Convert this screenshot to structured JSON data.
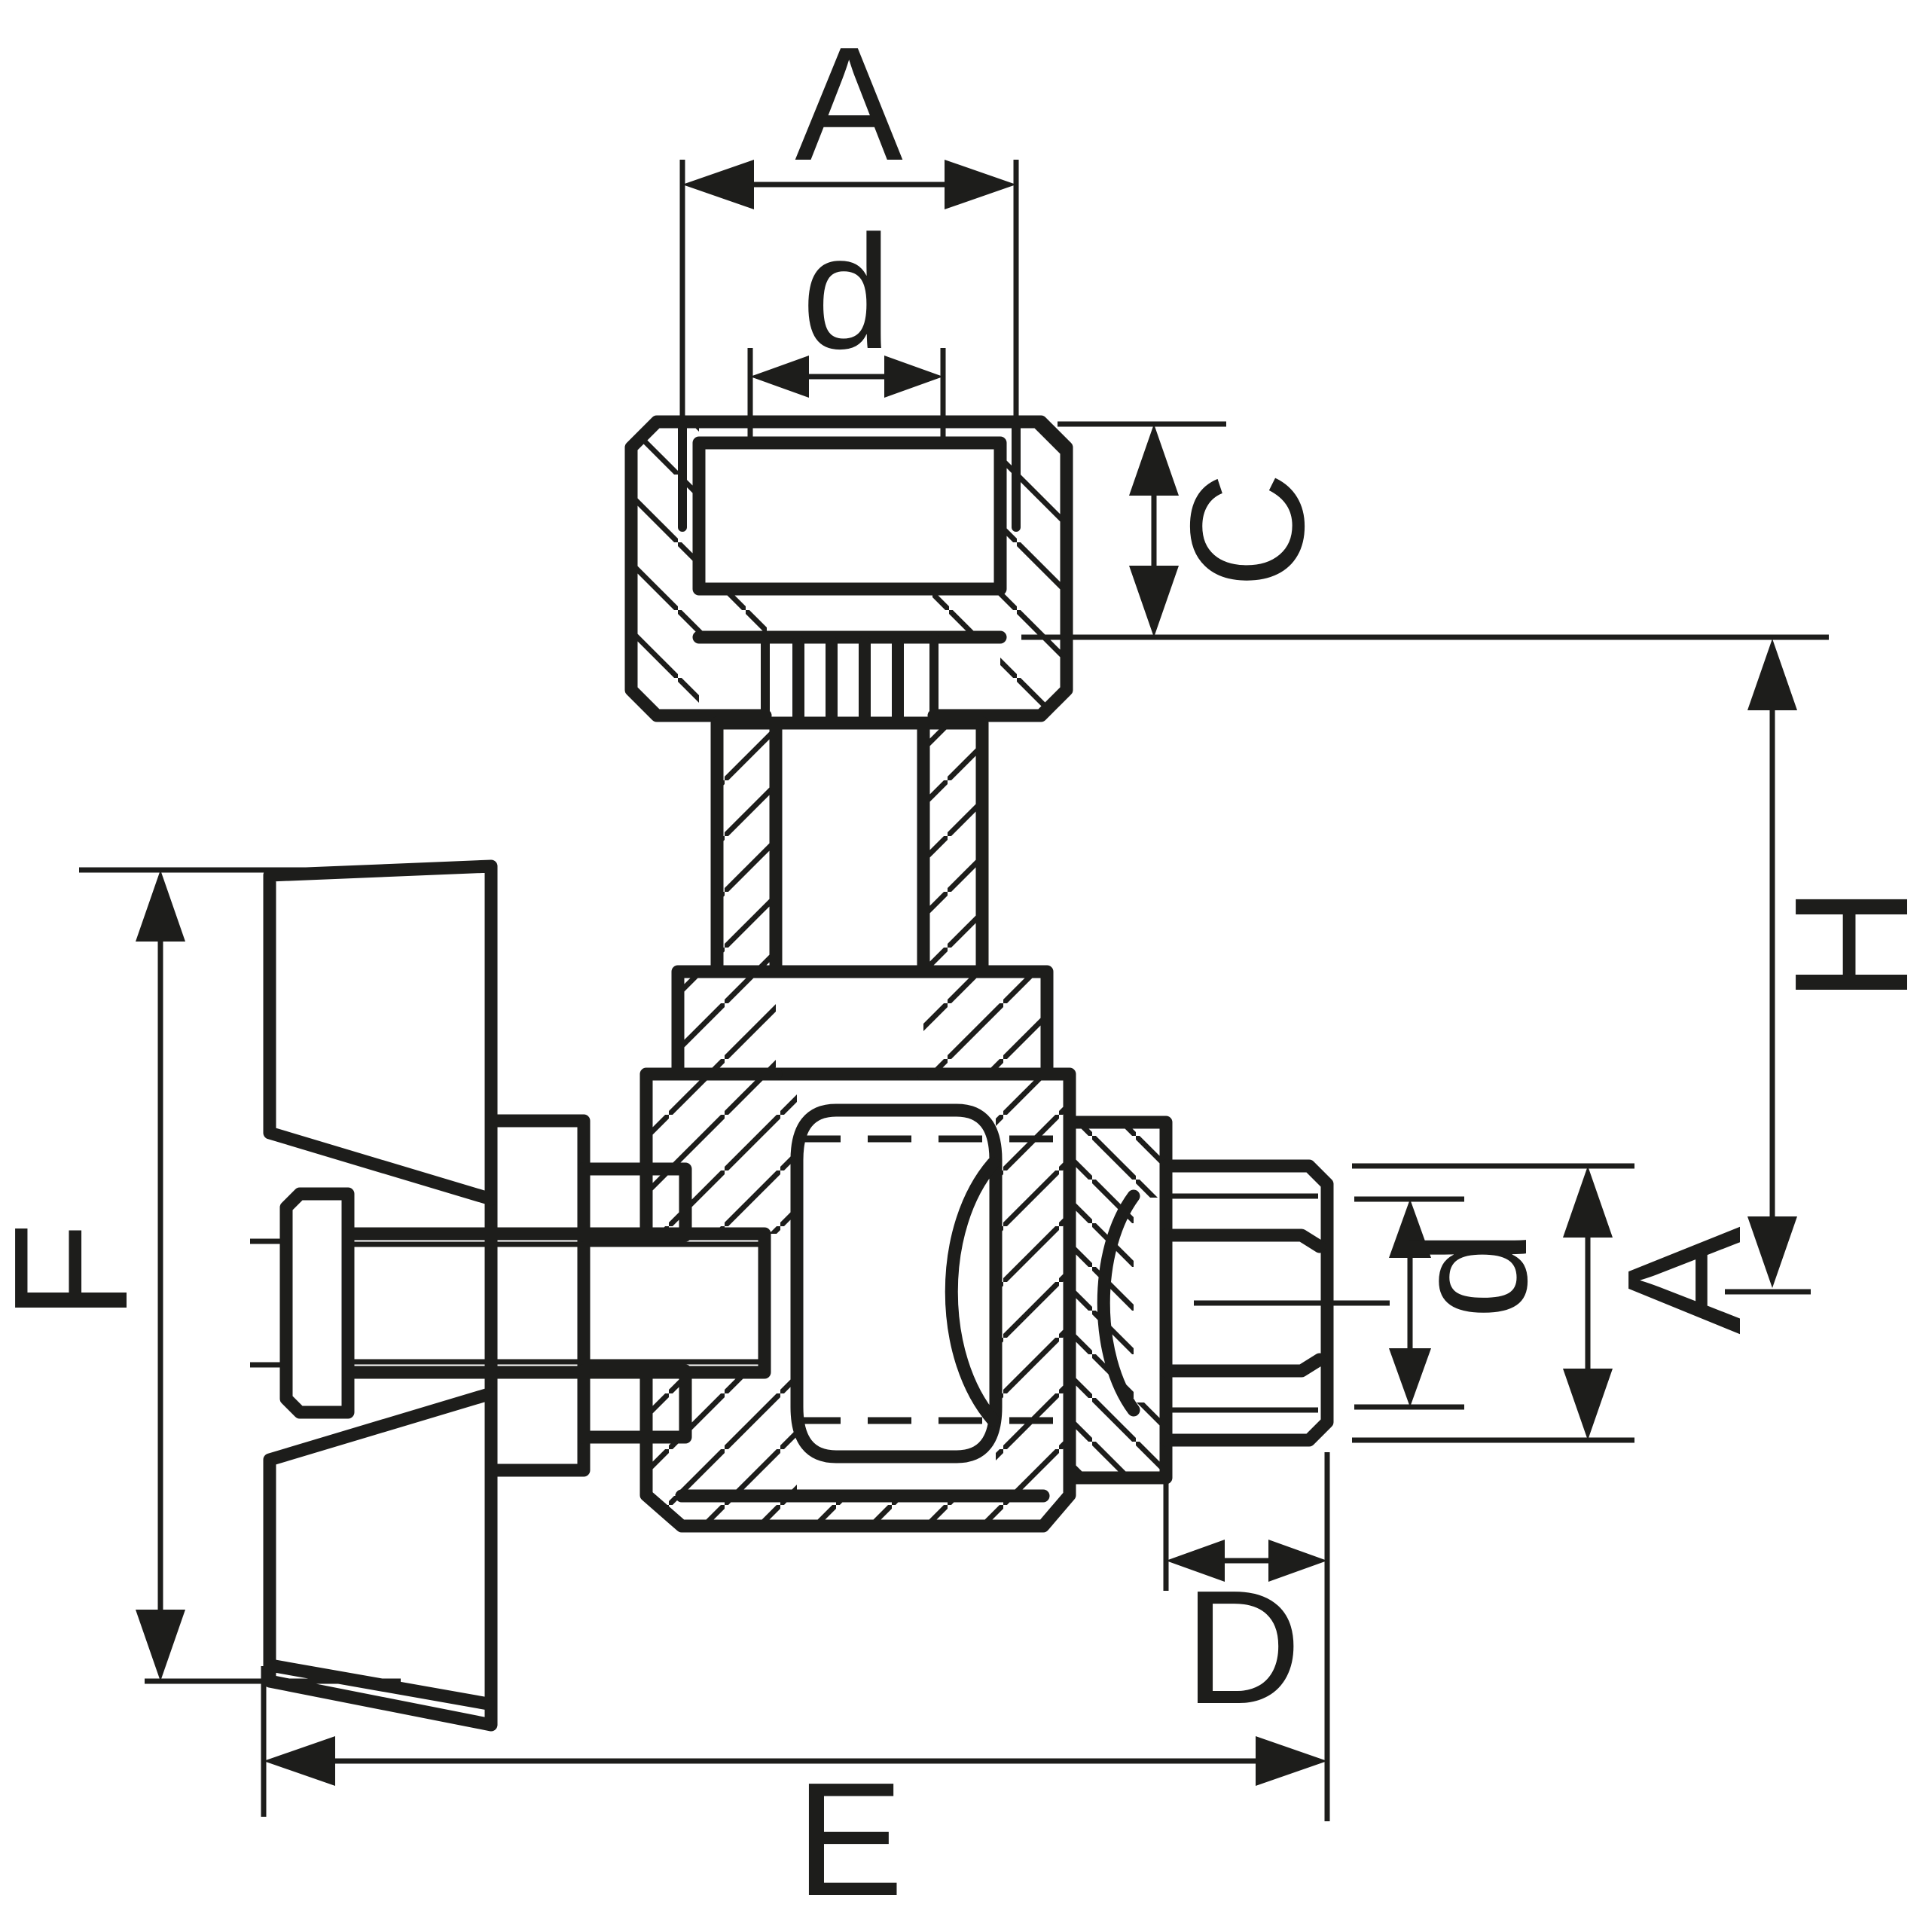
{
  "drawing": {
    "kind": "technical-drawing",
    "subject": "angle valve cross-section with butterfly handle, union nut and male outlet"
  },
  "colors": {
    "ink": "#1d1d1b",
    "background": "#ffffff"
  },
  "dims": {
    "a_top": {
      "label": "A",
      "orientation": "horizontal",
      "location": "top union nut width"
    },
    "d_top": {
      "label": "d",
      "orientation": "horizontal",
      "location": "top connection bore"
    },
    "c": {
      "label": "C",
      "orientation": "vertical",
      "location": "union nut thread depth"
    },
    "h": {
      "label": "H",
      "orientation": "vertical",
      "location": "nut face to outlet axis height"
    },
    "a_outlet": {
      "label": "A",
      "orientation": "vertical",
      "location": "outlet outer diameter"
    },
    "d_outlet": {
      "label": "d",
      "orientation": "vertical",
      "location": "outlet bore diameter"
    },
    "d_length": {
      "label": "D",
      "orientation": "horizontal",
      "location": "outlet thread length"
    },
    "e": {
      "label": "E",
      "orientation": "horizontal",
      "location": "overall depth"
    },
    "f": {
      "label": "F",
      "orientation": "vertical",
      "location": "handle height"
    }
  }
}
